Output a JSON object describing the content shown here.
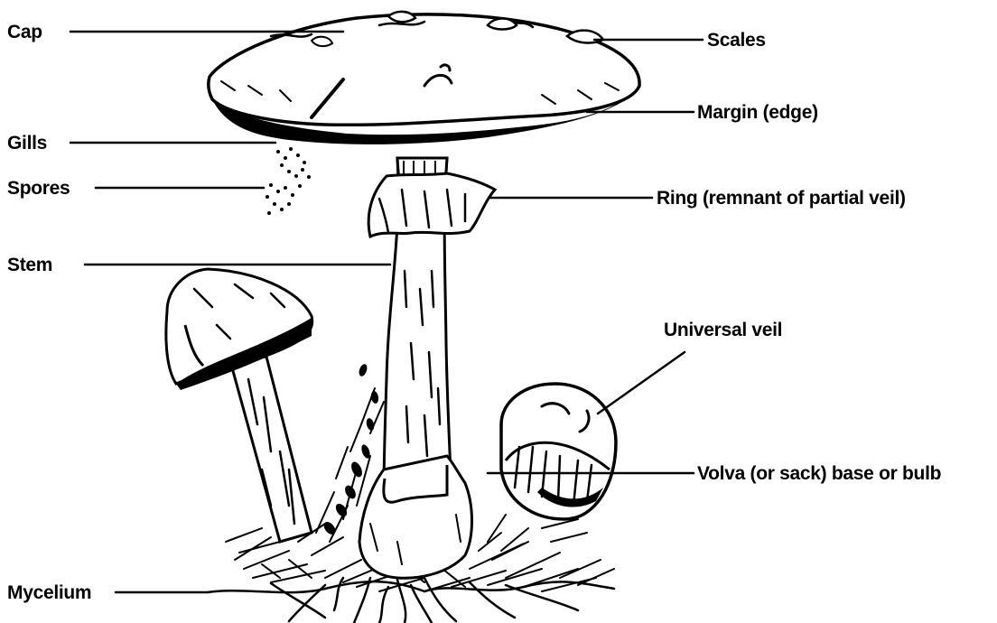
{
  "diagram": {
    "labels": {
      "cap": "Cap",
      "scales": "Scales",
      "margin": "Margin (edge)",
      "gills": "Gills",
      "spores": "Spores",
      "ring": "Ring (remnant of partial veil)",
      "stem": "Stem",
      "universal_veil": "Universal veil",
      "volva": "Volva (or sack) base or bulb",
      "mycelium": "Mycelium"
    },
    "colors": {
      "ink": "#000000",
      "paper": "#ffffff",
      "shade": "#e8e8e8"
    }
  }
}
